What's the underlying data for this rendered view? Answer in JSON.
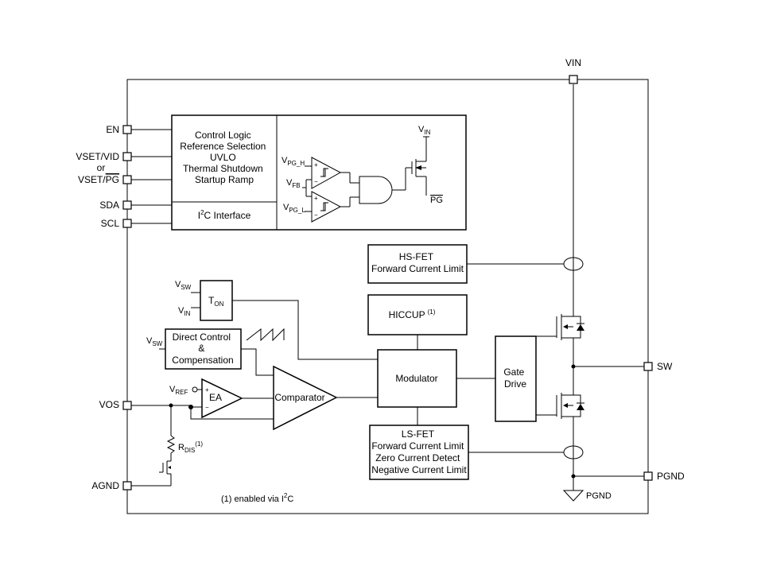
{
  "pins": {
    "vin": "VIN",
    "en": "EN",
    "vset_vid": "VSET/VID",
    "or": "or",
    "vset_pg_prefix": "VSET/",
    "vset_pg_bar": "PG",
    "sda": "SDA",
    "scl": "SCL",
    "vos": "VOS",
    "agnd": "AGND",
    "sw": "SW",
    "pgnd": "PGND",
    "pgnd_ground": "PGND"
  },
  "blocks": {
    "control_logic": [
      "Control Logic",
      "Reference Selection",
      "UVLO",
      "Thermal Shutdown",
      "Startup Ramp"
    ],
    "i2c_prefix": "I",
    "i2c_sup": "2",
    "i2c_suffix": "C Interface",
    "hs_fet": [
      "HS-FET",
      "Forward Current Limit"
    ],
    "hiccup": "HICCUP",
    "hiccup_note": "(1)",
    "ton_main": "T",
    "ton_sub": "ON",
    "direct_control": [
      "Direct Control",
      "&",
      "Compensation"
    ],
    "comparator": "Comparator",
    "modulator": "Modulator",
    "gate_drive": [
      "Gate",
      "Drive"
    ],
    "ls_fet": [
      "LS-FET",
      "Forward Current Limit",
      "Zero Current Detect",
      "Negative Current Limit"
    ],
    "ea": "EA"
  },
  "signals": {
    "v": "V",
    "pg_h": "PG_H",
    "fb": "FB",
    "pg_l": "PG_L",
    "in": "IN",
    "sw": "SW",
    "ref": "REF",
    "pg_out": "PG",
    "r": "R",
    "dis": "DIS",
    "dis_note": "(1)",
    "plus": "+",
    "minus": "−"
  },
  "footnote": {
    "prefix": "(1) enabled via I",
    "sup": "2",
    "suffix": "C"
  }
}
